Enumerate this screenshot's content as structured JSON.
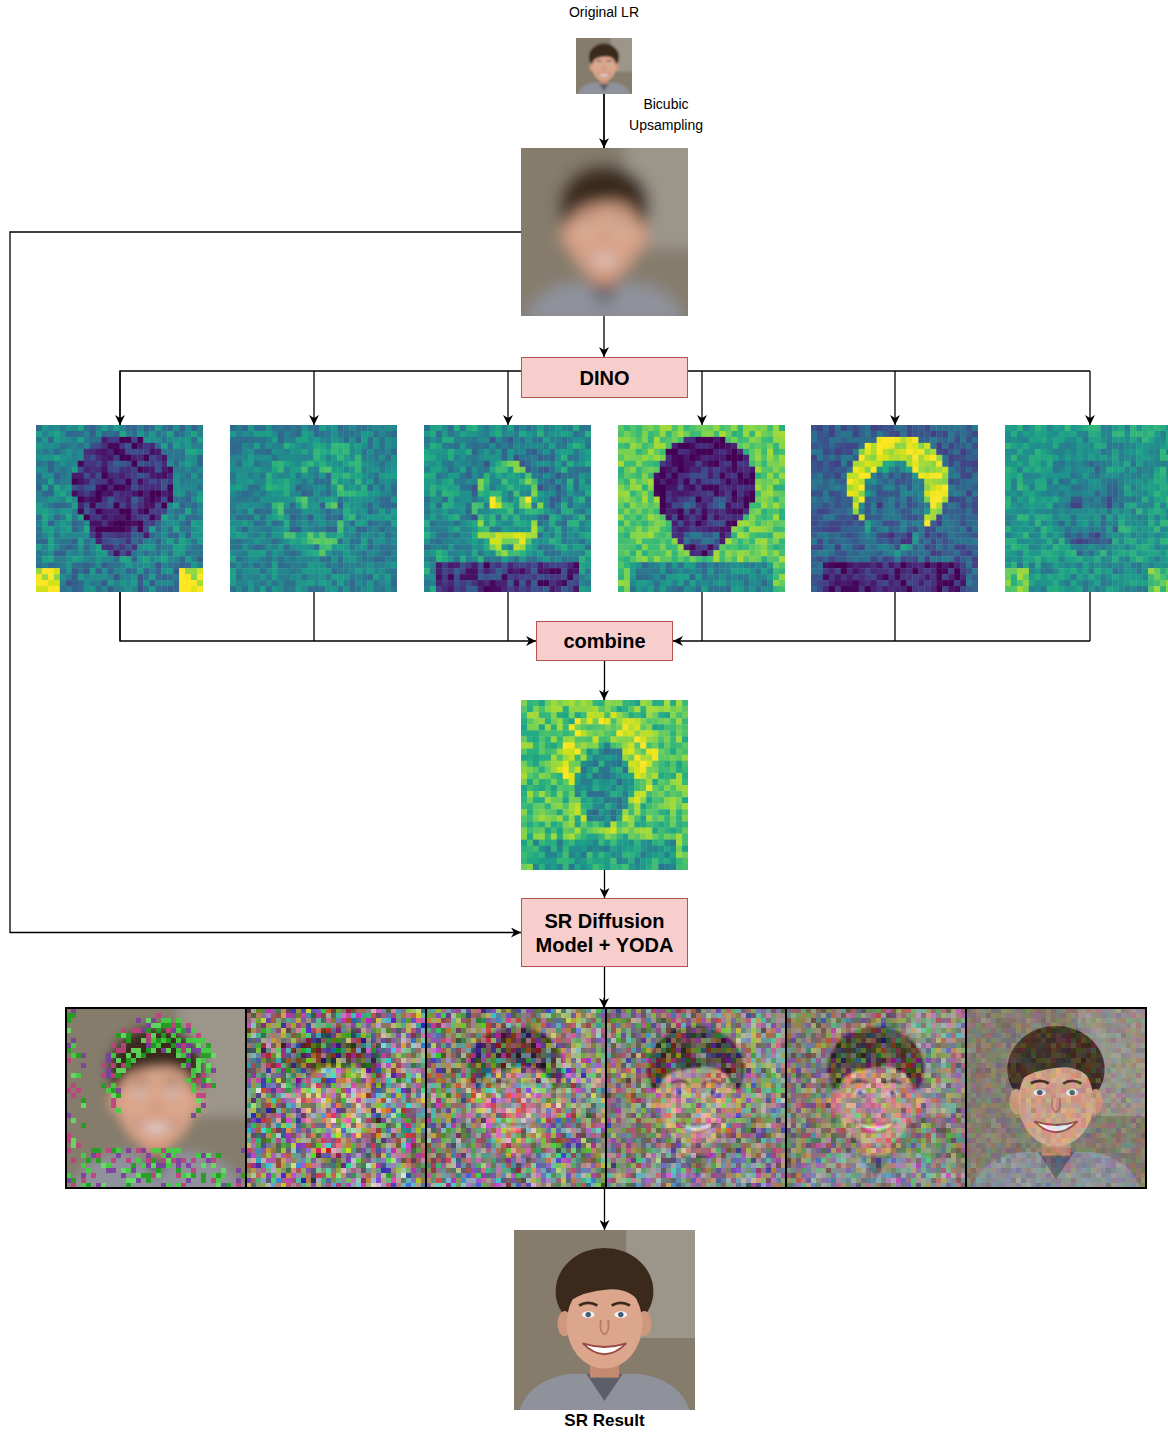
{
  "diagram": {
    "nodes": [
      {
        "text": [
          "Original LR"
        ]
      },
      {
        "text": [
          "DINO"
        ]
      },
      {
        "text": [
          "combine"
        ]
      },
      {
        "text": [
          "SR Diffusion Model + YODA"
        ]
      },
      {
        "text": [
          "SR Result"
        ]
      }
    ],
    "edges": [
      {
        "from": 0,
        "to": 1,
        "label": "Bicubic Upsampling",
        "arrow": "to"
      },
      {
        "from": 0,
        "to": 3,
        "arrow": "to"
      },
      {
        "from": 1,
        "to": 2,
        "arrow": "to"
      },
      {
        "from": 2,
        "to": 3,
        "arrow": "to"
      },
      {
        "from": 3,
        "to": 4,
        "arrow": "to"
      }
    ]
  }
}
